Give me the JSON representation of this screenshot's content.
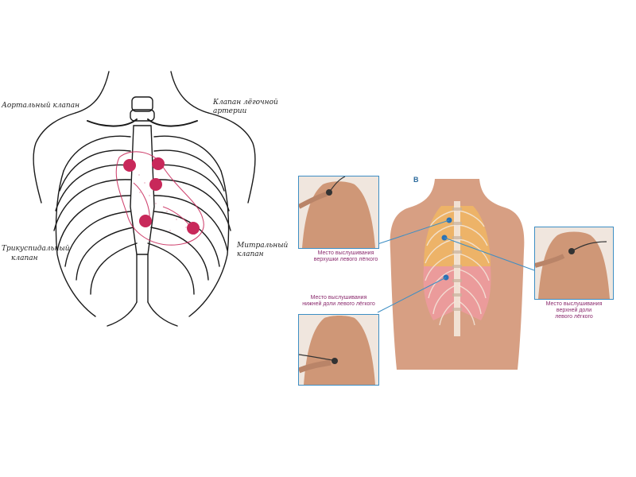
{
  "chest_diagram": {
    "labels": {
      "aortic": "Аортальный клапан",
      "pulmonary": "Клапан лёгочной артерии",
      "tricuspid_line1": "Трикуспидальный",
      "tricuspid_line2": "клапан",
      "mitral": "Митральный клапан"
    },
    "point_color": "#c8285a"
  },
  "back_diagram": {
    "panel_letter": "В",
    "labels": {
      "apex_line1": "Место выслушивания",
      "apex_line2": "верхушки левого лёгкого",
      "lower_line1": "Место выслушивания",
      "lower_line2": "нижней доли левого лёгкого",
      "upper_line1": "Место выслушивания",
      "upper_line2": "верхней доли",
      "upper_line3": "левого лёгкого"
    },
    "label_color": "#8b2b6e",
    "frame_color": "#3d8ec4",
    "point_color": "#2a72b5"
  }
}
